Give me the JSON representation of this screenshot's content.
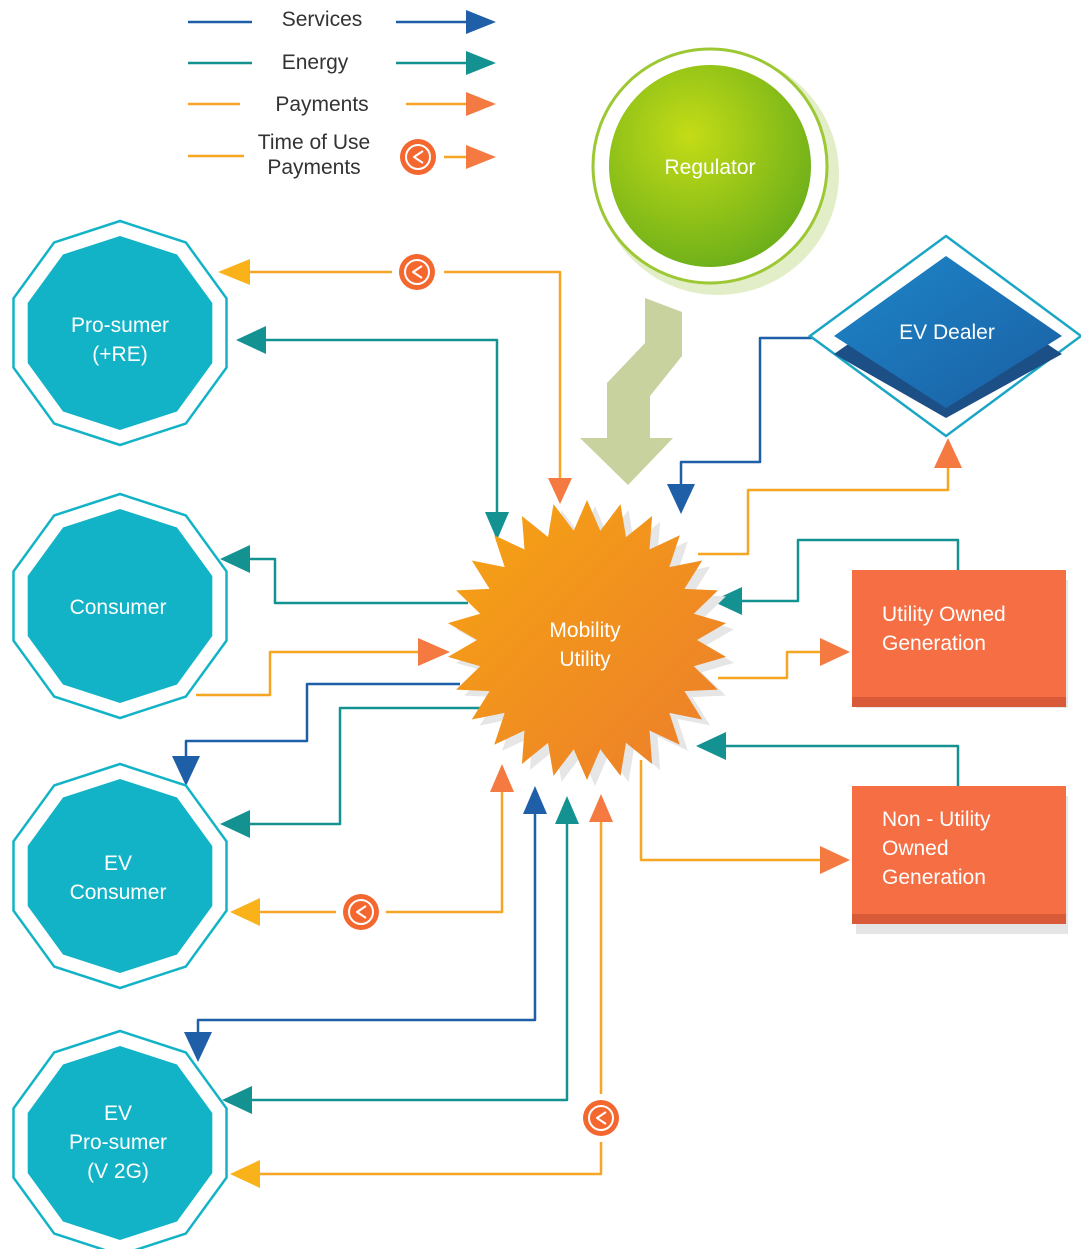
{
  "legend": {
    "services": "Services",
    "energy": "Energy",
    "payments": "Payments",
    "tou_line1": "Time of Use",
    "tou_line2": "Payments"
  },
  "nodes": {
    "regulator": "Regulator",
    "ev_dealer": "EV Dealer",
    "mobility_line1": "Mobility",
    "mobility_line2": "Utility",
    "prosumer_line1": "Pro-sumer",
    "prosumer_line2": "(+RE)",
    "consumer": "Consumer",
    "ev_consumer_line1": "EV",
    "ev_consumer_line2": "Consumer",
    "ev_prosumer_line1": "EV",
    "ev_prosumer_line2": "Pro-sumer",
    "ev_prosumer_line3": "(V 2G)",
    "utility_gen_line1": "Utility Owned",
    "utility_gen_line2": "Generation",
    "non_utility_line1": "Non - Utility",
    "non_utility_line2": "Owned",
    "non_utility_line3": "Generation"
  },
  "colors": {
    "services": "#1f5fa8",
    "energy": "#149191",
    "payments": "#f5a623",
    "payments_arrow": "#f47a42",
    "arrow_yellow": "#f9b21a",
    "teal_node": "#13b3c7",
    "regulator_green": "#8fc21a",
    "hub_orange": "#f29a1e",
    "generation_red": "#f56e44",
    "dealer_blue": "#1d74b8",
    "regulator_arrow": "#c7d29f"
  }
}
